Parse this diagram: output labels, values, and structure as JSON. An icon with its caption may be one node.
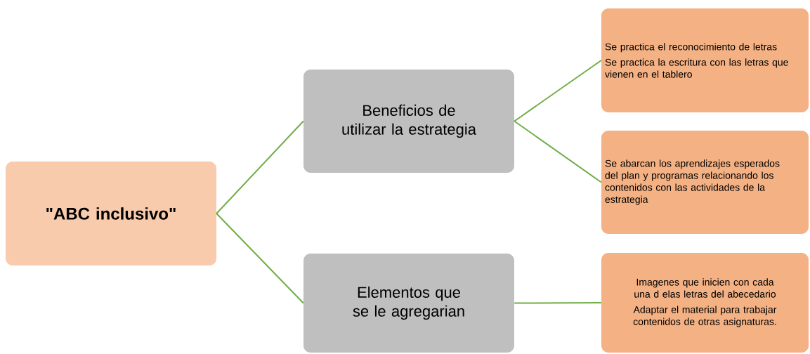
{
  "diagram": {
    "nodes": [
      {
        "text": [
          "\"ABC inclusivo\""
        ]
      },
      {
        "text": [
          "Beneficios de utilizar la estrategia"
        ]
      },
      {
        "text": [
          "Elementos que se le agregarian"
        ]
      },
      {
        "text": [
          "Se practica el reconocimiento de letras",
          "Se practica la escritura con las letras que vienen en el tablero"
        ]
      },
      {
        "text": [
          "Se abarcan los aprendizajes esperados del plan y programas relacionando los contenidos con las actividades de la estrategia"
        ]
      },
      {
        "text": [
          "Imagenes que inicien con cada una d elas letras del abecedario",
          "Adaptar el material para trabajar contenidos de otras asignaturas."
        ]
      }
    ],
    "edges": [
      {
        "from": 0,
        "to": 1,
        "arrow": "none"
      },
      {
        "from": 0,
        "to": 2,
        "arrow": "none"
      },
      {
        "from": 1,
        "to": 3,
        "arrow": "none"
      },
      {
        "from": 1,
        "to": 4,
        "arrow": "none"
      },
      {
        "from": 2,
        "to": 5,
        "arrow": "none"
      }
    ]
  }
}
